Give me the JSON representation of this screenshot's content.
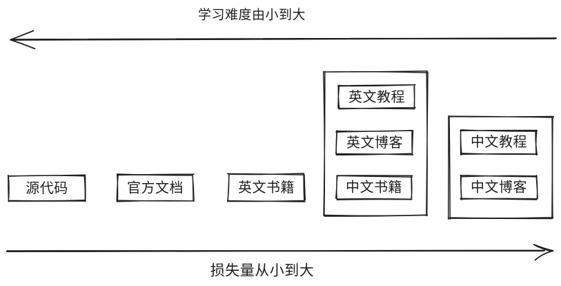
{
  "diagram": {
    "top_arrow": {
      "label": "学习难度由小到大",
      "direction": "left"
    },
    "bottom_arrow": {
      "label": "损失量从小到大",
      "direction": "right"
    },
    "boxes": [
      "源代码",
      "官方文档",
      "英文书籍"
    ],
    "groups": [
      {
        "items": [
          "英文教程",
          "英文博客",
          "中文书籍"
        ]
      },
      {
        "items": [
          "中文教程",
          "中文博客"
        ]
      }
    ],
    "colors": {
      "ink": "#1f1f1f",
      "background": "#ffffff"
    }
  }
}
